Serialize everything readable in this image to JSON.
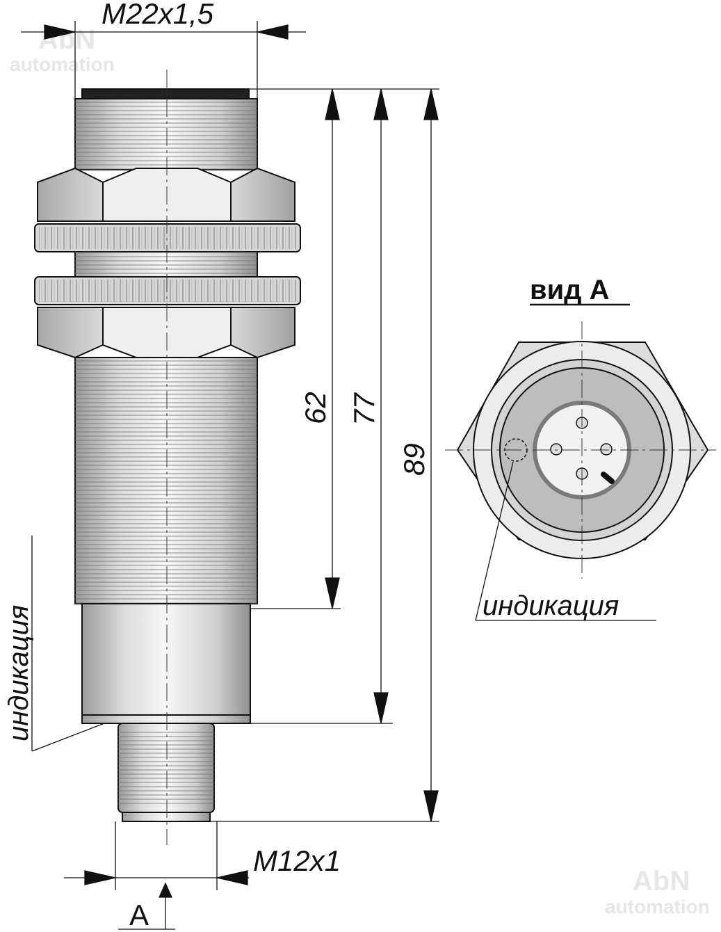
{
  "labels": {
    "thread_top": "M22x1,5",
    "thread_bottom": "M12x1",
    "dim_62": "62",
    "dim_77": "77",
    "dim_89": "89",
    "view_title": "вид А",
    "indication_side": "индикация",
    "indication_view": "индикация",
    "view_marker": "А"
  },
  "watermark": {
    "brand": "AbN",
    "sub": "automation"
  },
  "colors": {
    "line": "#111111",
    "metal": "#c9c9c9",
    "metal_light": "#eeeeee",
    "face_gray": "#bdbdbd",
    "connector_ring": "#7a7a7a"
  }
}
